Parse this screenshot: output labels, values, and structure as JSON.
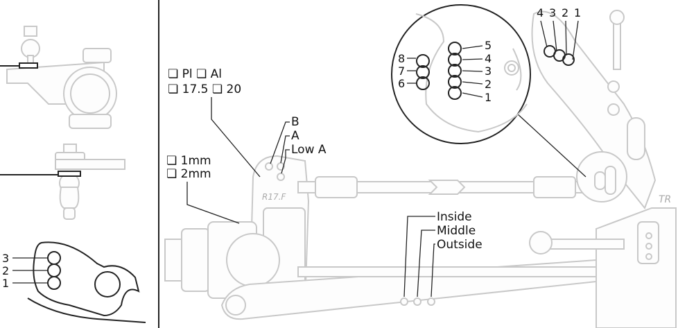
{
  "cam_material": {
    "row1": "❏ Pl   ❏ Al",
    "row2": "❏ 17.5  ❏ 20"
  },
  "spacer": {
    "row1": "❏ 1mm",
    "row2": "❏ 2mm"
  },
  "tower_holes": {
    "b": "B",
    "a": "A",
    "low_a": "Low A"
  },
  "arm_holes": {
    "inside": "Inside",
    "middle": "Middle",
    "outside": "Outside"
  },
  "steering_holes": [
    "3",
    "2",
    "1"
  ],
  "top_holes": [
    "4",
    "3",
    "2",
    "1"
  ],
  "inset_outer": [
    "8",
    "7",
    "6"
  ],
  "inset_inner": [
    "5",
    "4",
    "3",
    "2",
    "1"
  ],
  "frame_text": "R17.F",
  "edge_text": "TR"
}
